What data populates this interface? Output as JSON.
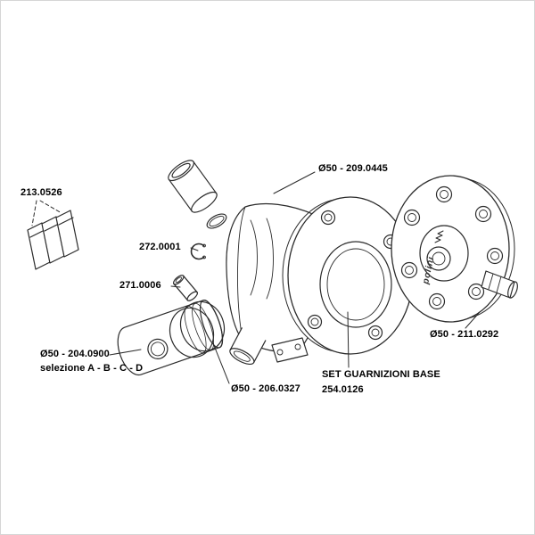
{
  "diagram": {
    "background": "#ffffff",
    "line_color": "#2b2b2b",
    "brand": "polini",
    "parts": {
      "reed_petals": {
        "label": "213.0526"
      },
      "circlip": {
        "label": "272.0001"
      },
      "piston_pin": {
        "label": "271.0006"
      },
      "cylinder": {
        "label": "Ø50 - 209.0445"
      },
      "cylinder_head": {
        "label": "Ø50 - 211.0292"
      },
      "piston": {
        "label": "Ø50 - 204.0900",
        "note": "selezione A - B - C - D"
      },
      "piston_rings": {
        "label": "Ø50 - 206.0327"
      },
      "gasket_set": {
        "label": "SET GUARNIZIONI BASE",
        "code": "254.0126"
      }
    }
  }
}
